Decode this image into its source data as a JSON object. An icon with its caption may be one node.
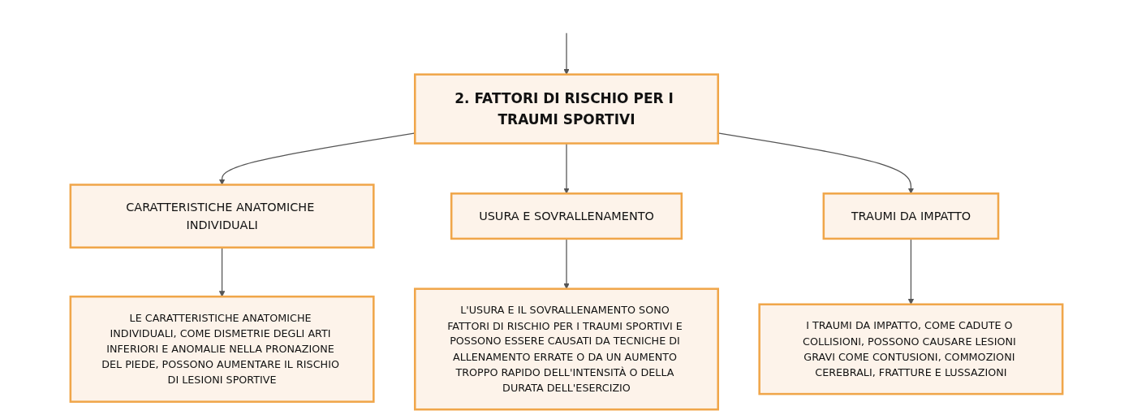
{
  "diagram": {
    "nodes": [
      {
        "text": [
          "2. FATTORI DI RISCHIO PER I TRAUMI SPORTIVI"
        ]
      },
      {
        "text": [
          "CARATTERISTICHE ANATOMICHE INDIVIDUALI"
        ]
      },
      {
        "text": [
          "USURA E SOVRALLENAMENTO"
        ]
      },
      {
        "text": [
          "TRAUMI DA IMPATTO"
        ]
      },
      {
        "text": [
          "LE CARATTERISTICHE ANATOMICHE INDIVIDUALI, COME DISMETRIE DEGLI ARTI INFERIORI E ANOMALIE NELLA PRONAZIONE DEL PIEDE, POSSONO AUMENTARE IL RISCHIO DI LESIONI SPORTIVE"
        ]
      },
      {
        "text": [
          "L'USURA E IL SOVRALLENAMENTO SONO FATTORI DI RISCHIO PER I TRAUMI SPORTIVI E POSSONO ESSERE CAUSATI DA TECNICHE DI ALLENAMENTO ERRATE O DA UN AUMENTO TROPPO RAPIDO DELL'INTENSITÀ O DELLA DURATA DELL'ESERCIZIO"
        ]
      },
      {
        "text": [
          "I TRAUMI DA IMPATTO, COME CADUTE O COLLISIONI, POSSONO CAUSARE LESIONI GRAVI COME CONTUSIONI, COMMOZIONI CEREBRALI, FRATTURE E LUSSAZIONI"
        ]
      }
    ],
    "edges": [
      {
        "from": null,
        "to": 0,
        "arrow": "to"
      },
      {
        "from": 0,
        "to": 1,
        "arrow": "to"
      },
      {
        "from": 0,
        "to": 2,
        "arrow": "to"
      },
      {
        "from": 0,
        "to": 3,
        "arrow": "to"
      },
      {
        "from": 1,
        "to": 4,
        "arrow": "to"
      },
      {
        "from": 2,
        "to": 5,
        "arrow": "to"
      },
      {
        "from": 3,
        "to": 6,
        "arrow": "to"
      }
    ]
  }
}
